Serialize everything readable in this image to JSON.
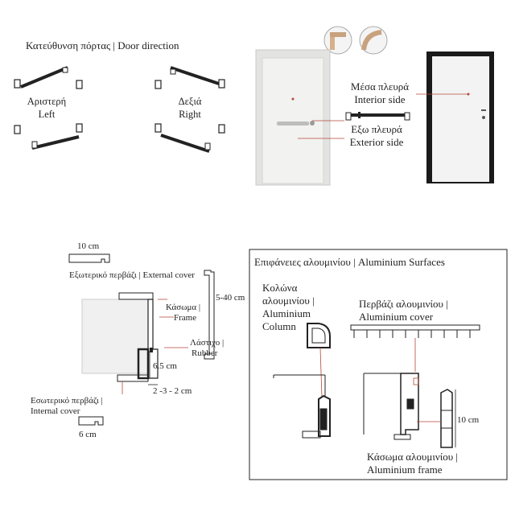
{
  "direction": {
    "title": "Κατεύθυνση πόρτας | Door direction",
    "left_gr": "Αριστερή",
    "left_en": "Left",
    "right_gr": "Δεξιά",
    "right_en": "Right"
  },
  "door_photo": {
    "interior_gr": "Μέσα πλευρά",
    "interior_en": "Interior side",
    "exterior_gr": "Εξω πλευρά",
    "exterior_en": "Exterior side"
  },
  "section": {
    "width_10cm": "10 cm",
    "external_cover": "Εξωτερικό περβάζι | External cover",
    "height_5_40": "5-40 cm",
    "frame_gr": "Κάσωμα |",
    "frame_en": "Frame",
    "rubber_gr": "Λάστιχο |",
    "rubber_en": "Rubber",
    "height_6_5": "6.5 cm",
    "gap": "2 -3 - 2 cm",
    "internal_gr": "Εσωτερικό περβάζι |",
    "internal_en": "Internal cover",
    "width_6cm": "6 cm"
  },
  "aluminium": {
    "title": "Επιφάνειες αλουμινίου | Aluminium Surfaces",
    "column_l1": "Κολώνα",
    "column_l2": "αλουμινίου |",
    "column_l3": "Aluminium",
    "column_l4": "Column",
    "cover_l1": "Περβάζι αλουμινίου |",
    "cover_l2": "Aluminium cover",
    "frame_l1": "Κάσωμα αλουμινίου |",
    "frame_l2": "Aluminium frame",
    "height_10cm": "10 cm"
  },
  "colors": {
    "line": "#222222",
    "accent_red": "#b5483a",
    "door_white": "#f2f2f0",
    "wood": "#c8a27e"
  }
}
